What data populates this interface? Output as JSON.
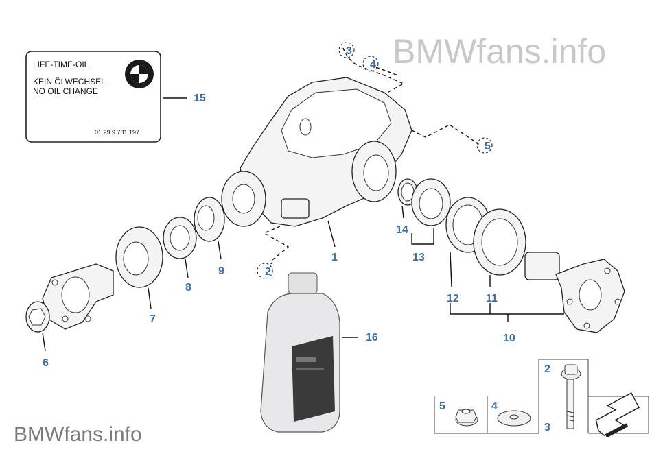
{
  "watermark": {
    "top": "BMWfans.info",
    "bottom": "BMWfans.info"
  },
  "label_sticker": {
    "line1": "LIFE-TIME-OIL",
    "line2": "KEIN ÖLWECHSEL",
    "line3": "NO OIL CHANGE",
    "part_number": "01 29 9 781 197"
  },
  "callouts": {
    "c1": "1",
    "c2": "2",
    "c3": "3",
    "c4": "4",
    "c5": "5",
    "c6": "6",
    "c7": "7",
    "c8": "8",
    "c9": "9",
    "c10": "10",
    "c11": "11",
    "c12": "12",
    "c13": "13",
    "c14": "14",
    "c15": "15",
    "c16": "16"
  },
  "hardware_panel": {
    "n5": "5",
    "n4": "4",
    "n2": "2",
    "n3": "3"
  },
  "icons": [
    "bmw-roundel-icon",
    "oil-bottle-icon",
    "direction-arrow-icon"
  ],
  "colors": {
    "callout": "#3a6ea5",
    "watermark": "#c8c8c8"
  }
}
